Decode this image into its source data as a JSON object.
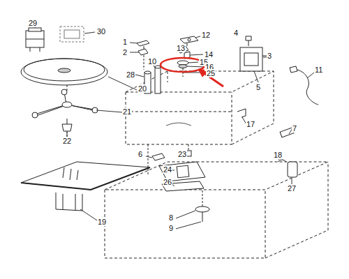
{
  "diagram": {
    "labels": [
      "29",
      "30",
      "1",
      "2",
      "12",
      "13",
      "14",
      "15",
      "16",
      "25",
      "4",
      "3",
      "5",
      "11",
      "28",
      "10",
      "20",
      "21",
      "22",
      "17",
      "7",
      "6",
      "23",
      "24",
      "26",
      "18",
      "27",
      "19",
      "8",
      "9"
    ]
  }
}
